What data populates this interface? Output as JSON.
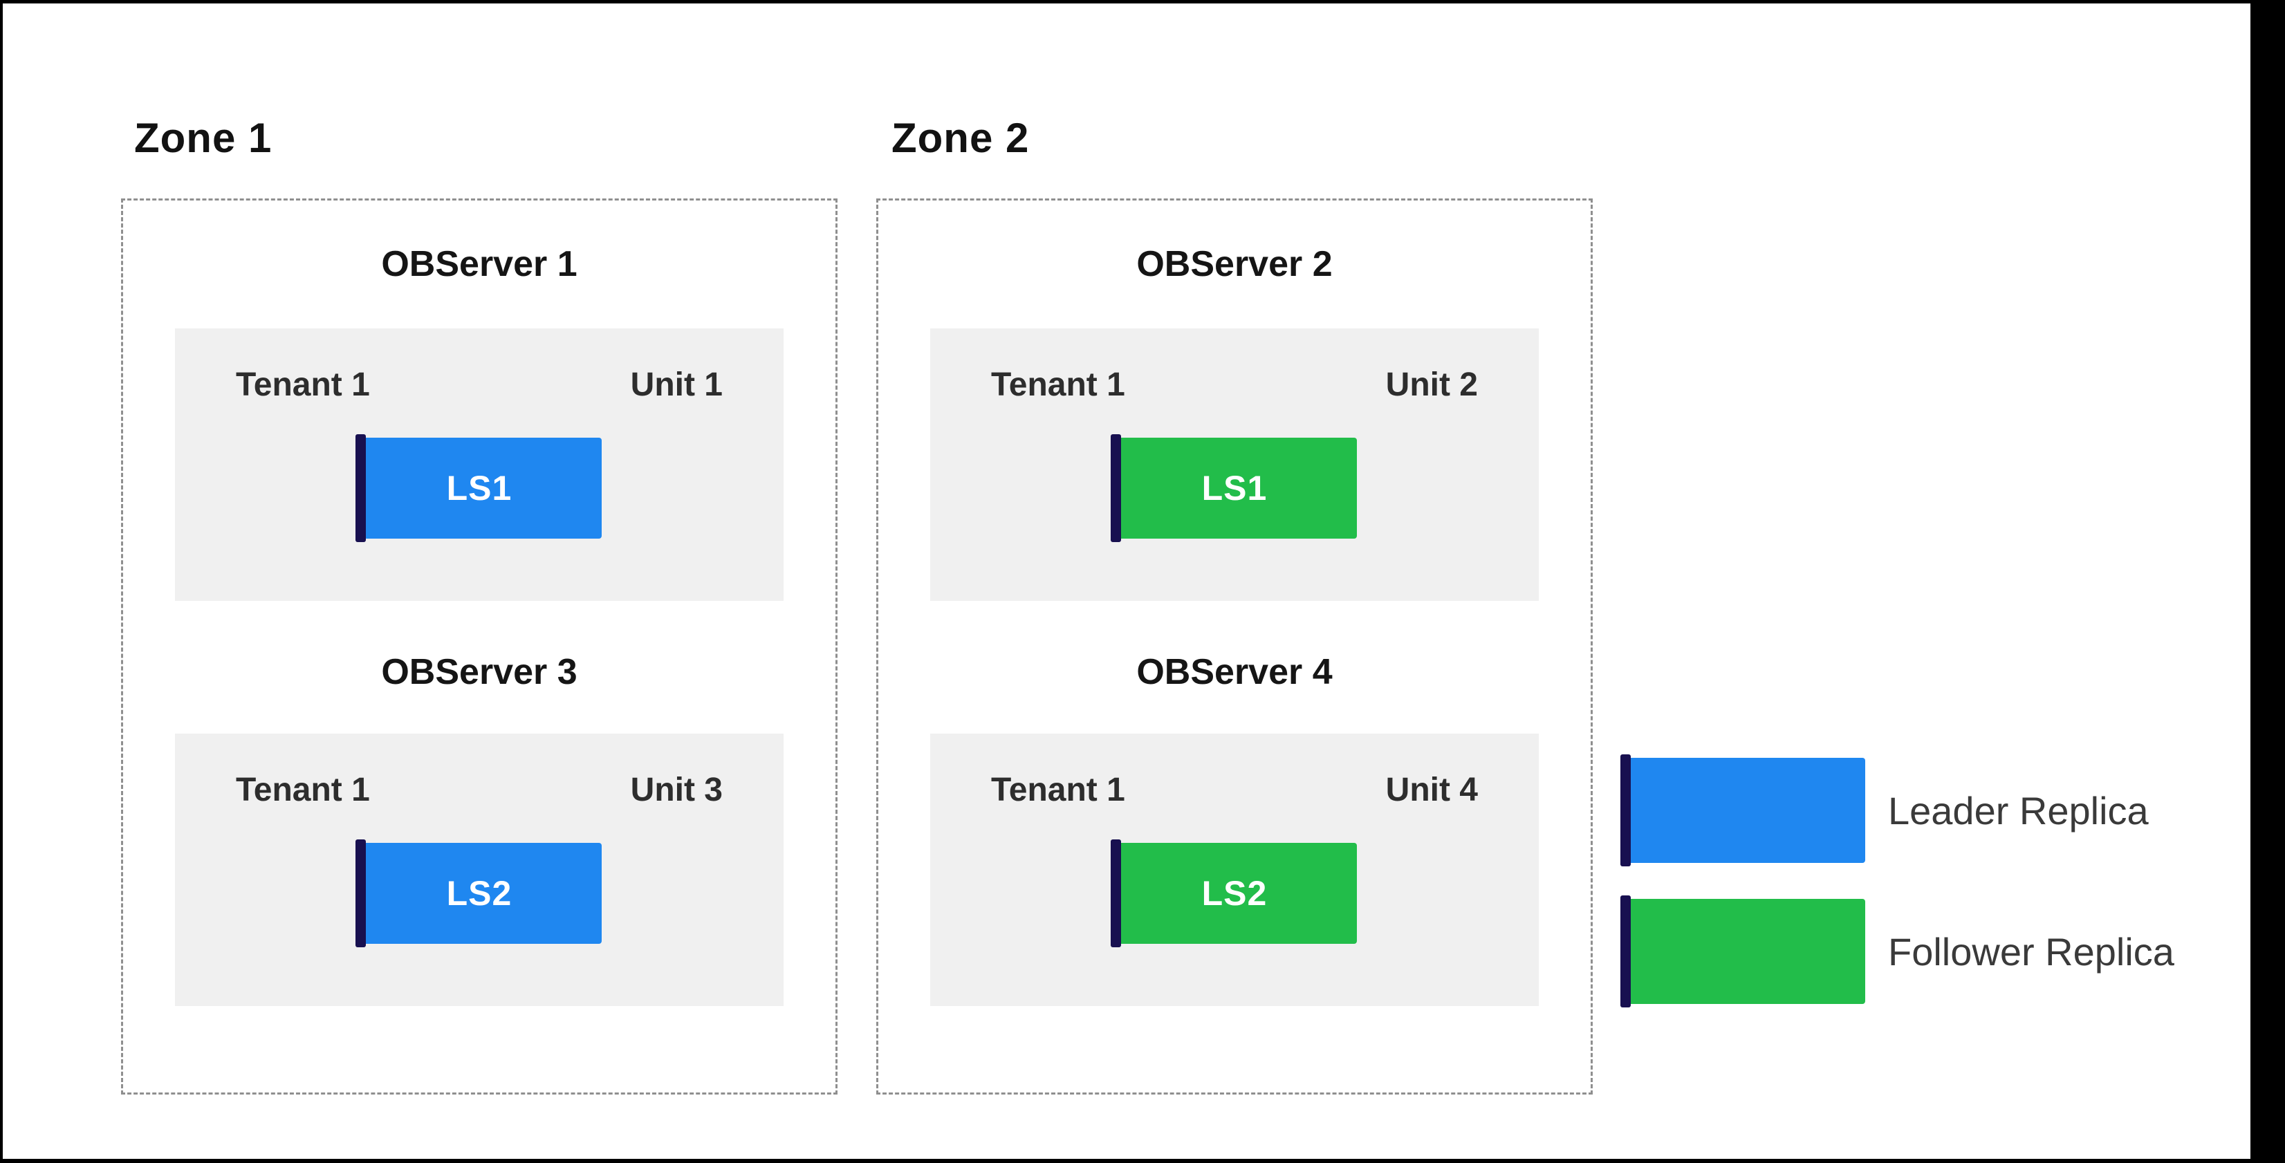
{
  "diagram": {
    "zones": [
      {
        "label": "Zone 1",
        "servers": [
          {
            "title": "OBServer 1",
            "tenant": "Tenant 1",
            "unit": "Unit 1",
            "log_stream": "LS1",
            "replica_type": "leader"
          },
          {
            "title": "OBServer 3",
            "tenant": "Tenant 1",
            "unit": "Unit 3",
            "log_stream": "LS2",
            "replica_type": "leader"
          }
        ]
      },
      {
        "label": "Zone 2",
        "servers": [
          {
            "title": "OBServer 2",
            "tenant": "Tenant 1",
            "unit": "Unit 2",
            "log_stream": "LS1",
            "replica_type": "follower"
          },
          {
            "title": "OBServer 4",
            "tenant": "Tenant 1",
            "unit": "Unit 4",
            "log_stream": "LS2",
            "replica_type": "follower"
          }
        ]
      }
    ],
    "legend": [
      {
        "label": "Leader Replica",
        "color": "#1f87f0"
      },
      {
        "label": "Follower Replica",
        "color": "#22bd4a"
      }
    ],
    "colors": {
      "leader_replica": "#1f87f0",
      "follower_replica": "#22bd4a",
      "replica_edge_stripe": "#181050",
      "unit_box_background": "#f0f0f0",
      "zone_dashed_border": "#8f8f8f",
      "frame": "#000000"
    }
  }
}
